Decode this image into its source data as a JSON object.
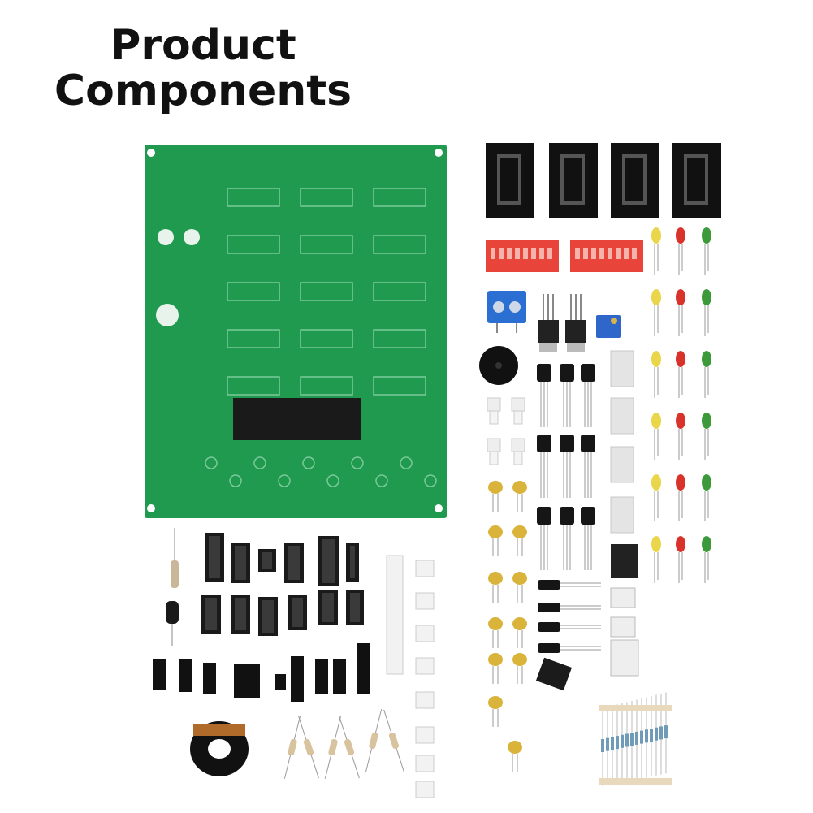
{
  "title": {
    "line1": "Product",
    "line2": "Components"
  },
  "pcb": {
    "caption": ""
  },
  "colors": {
    "pcb_green": "#1f9a4f",
    "pcb_light": "#7cc99a",
    "chip_black": "#1c1c1c",
    "dip_red": "#e8443a",
    "led_yellow": "#e9d64a",
    "led_red": "#d9322a",
    "led_green": "#3c9a3a",
    "capacitor_yellow": "#d9b33a",
    "terminal_blue": "#2a6fd1",
    "segment_red": "#cc2222"
  },
  "components": {
    "seven_segment_displays": 4,
    "dip_switches": 2,
    "leds": 18,
    "ic_sockets": 12,
    "ceramic_capacitors": 12,
    "transistors": 9,
    "electrolytic_capacitors": 4
  }
}
